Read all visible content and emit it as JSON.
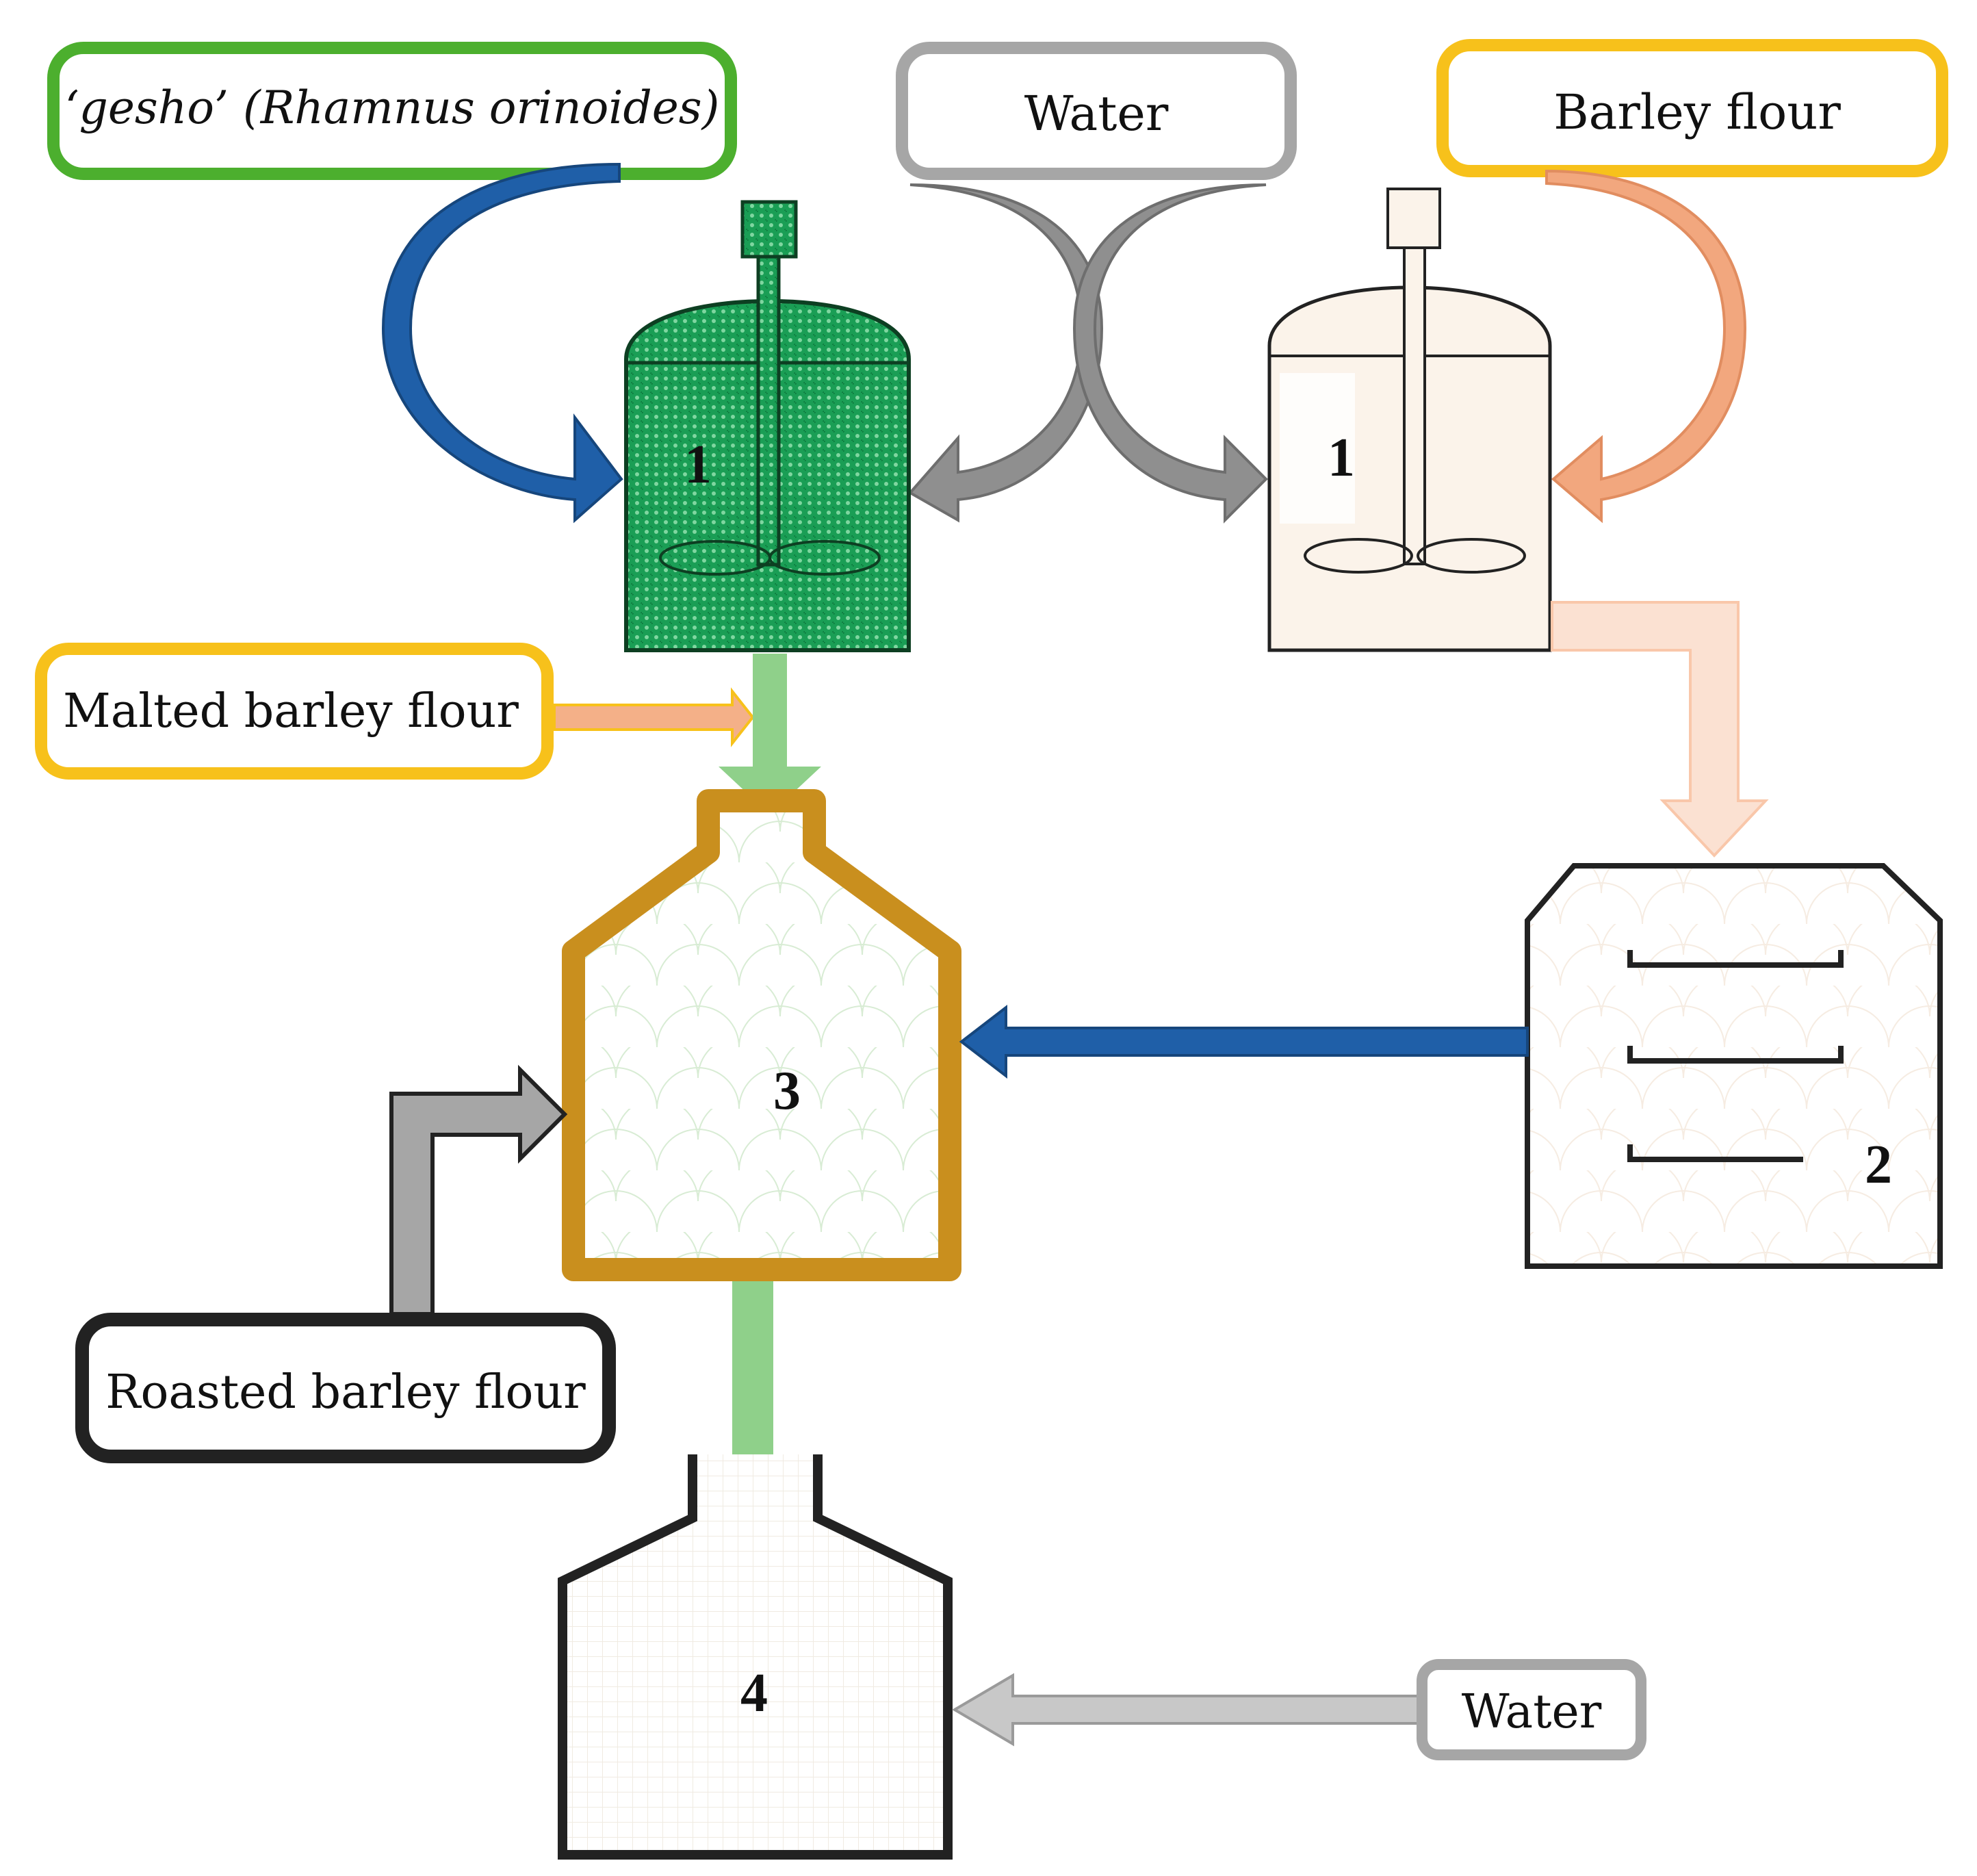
{
  "inputs": {
    "gesho": "‘gesho’ (Rhamnus orinoides)",
    "water_top": "Water",
    "barley_flour": "Barley flour",
    "malted_barley_flour": "Malted barley flour",
    "roasted_barley_flour": "Roasted barley flour",
    "water_bottom": "Water"
  },
  "vessels": {
    "gesho_tank": "1",
    "barley_tank": "1",
    "dryer": "2",
    "fermenter": "3",
    "final_vessel": "4"
  },
  "colors": {
    "gesho_border": "#4caf2e",
    "grey_border": "#a6a6a6",
    "gold_border": "#f7c11b",
    "black_border": "#222222",
    "blue_arrow": "#1f5fa8",
    "grey_arrow": "#8f8f8f",
    "peach_arrow": "#f2a77e",
    "light_peach_arrow": "#f9d2bb",
    "green_arrow": "#8fd08a",
    "light_grey_arrow": "#c8c8c8",
    "green_tank": "#1aa35a",
    "fermenter_border": "#c98f1e",
    "cream_tank": "#fbf3ea"
  }
}
